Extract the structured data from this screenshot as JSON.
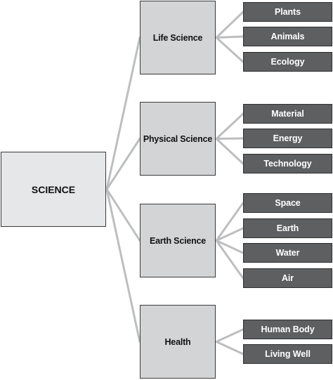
{
  "diagram": {
    "root": {
      "label": "SCIENCE"
    },
    "branches": [
      {
        "label": "Life Science",
        "children": [
          "Plants",
          "Animals",
          "Ecology"
        ]
      },
      {
        "label": "Physical Science",
        "children": [
          "Material",
          "Energy",
          "Technology"
        ]
      },
      {
        "label": "Earth Science",
        "children": [
          "Space",
          "Earth",
          "Water",
          "Air"
        ]
      },
      {
        "label": "Health",
        "children": [
          "Human Body",
          "Living Well"
        ]
      }
    ]
  },
  "colors": {
    "connector": "#bdbebf",
    "root_fill": "#e6e7e8",
    "branch_fill": "#d3d4d5",
    "leaf_fill": "#5e5f61",
    "leaf_text": "#ffffff"
  }
}
